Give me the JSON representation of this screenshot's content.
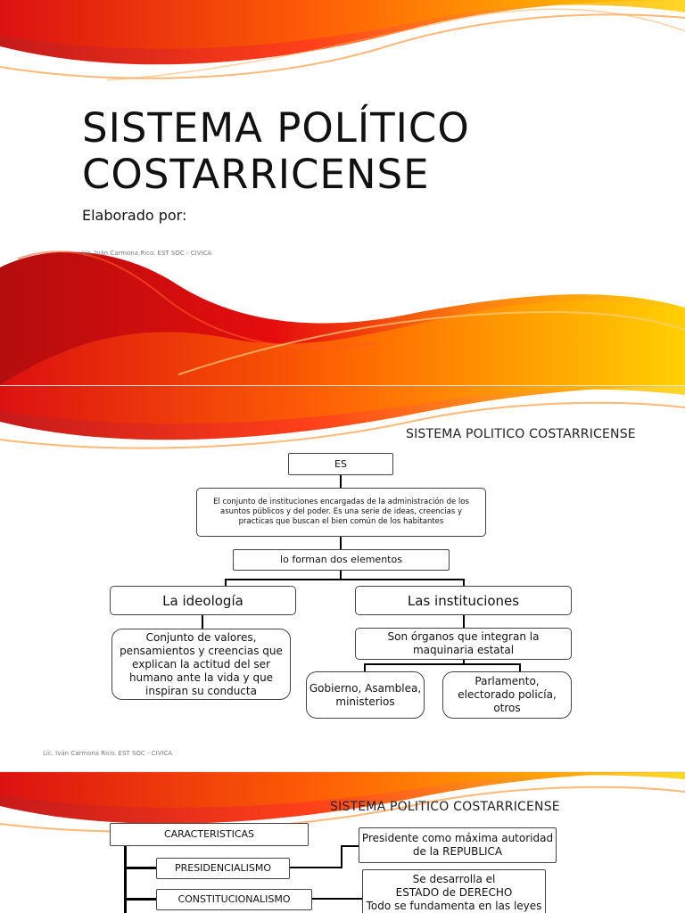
{
  "slide1": {
    "title_line1": "SISTEMA POLÍTICO",
    "title_line2": "COSTARRICENSE",
    "subtitle": "Elaborado por:",
    "credit": "Lic. Iván Carmona Rico. EST SOC - CIVICA"
  },
  "slide2": {
    "heading": "SISTEMA POLITICO COSTARRICENSE",
    "es": "ES",
    "definition": "El conjunto de instituciones encargadas de la administración de los asuntos públicos y del poder. Es una serie de ideas, creencias y practicas que buscan el bien común de los habitantes",
    "two_elements": "lo forman dos elementos",
    "ideologia": "La ideología",
    "instituciones": "Las instituciones",
    "ideologia_desc": "Conjunto de valores, pensamientos y creencias que explican la actitud del ser humano ante la vida y que inspiran su conducta",
    "instituciones_desc": "Son órganos que integran la maquinaria estatal",
    "gobierno": "Gobierno, Asamblea, ministerios",
    "parlamento": "Parlamento, electorado policía, otros",
    "credit": "Lic. Iván Carmona Rico. EST SOC - CIVICA"
  },
  "slide3": {
    "heading": "SISTEMA POLITICO COSTARRICENSE",
    "caracteristicas": "CARACTERISTICAS",
    "presidencialismo": "PRESIDENCIALISMO",
    "constitucionalismo": "CONSTITUCIONALISMO",
    "presidente_desc": "Presidente como máxima autoridad de la REPUBLICA",
    "estado_line1": "Se desarrolla el",
    "estado_line2": "ESTADO de DERECHO",
    "estado_line3": "Todo se fundamenta en las leyes"
  },
  "colors": {
    "wave_red": "#d40000",
    "wave_orange": "#f07800",
    "wave_yellow": "#ffc800"
  }
}
